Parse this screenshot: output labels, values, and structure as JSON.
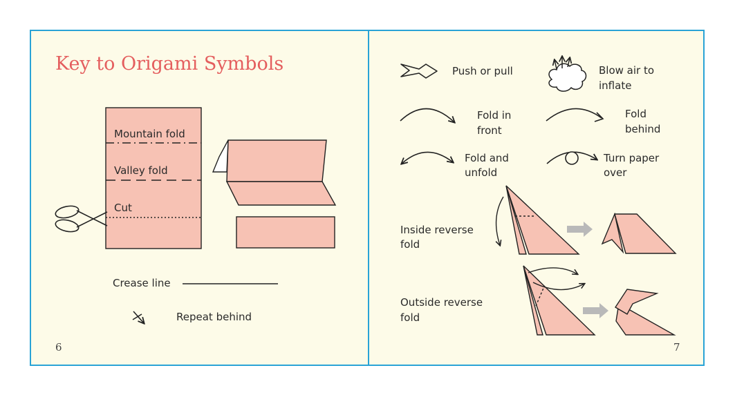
{
  "left_page": {
    "title": "Key to Origami Symbols",
    "page_number": "6",
    "labels": {
      "mountain_fold": "Mountain fold",
      "valley_fold": "Valley fold",
      "cut": "Cut",
      "crease_line": "Crease line",
      "repeat_behind": "Repeat behind"
    }
  },
  "right_page": {
    "page_number": "7",
    "labels": {
      "push_or_pull": "Push or pull",
      "blow_air_1": "Blow air to",
      "blow_air_2": "inflate",
      "fold_in_front_1": "Fold in",
      "fold_in_front_2": "front",
      "fold_behind_1": "Fold",
      "fold_behind_2": "behind",
      "fold_unfold_1": "Fold and",
      "fold_unfold_2": "unfold",
      "turn_over_1": "Turn paper",
      "turn_over_2": "over",
      "inside_reverse_1": "Inside reverse",
      "inside_reverse_2": "fold",
      "outside_reverse_1": "Outside reverse",
      "outside_reverse_2": "fold"
    }
  },
  "colors": {
    "paper_pink": "#f7c2b4",
    "title_red": "#e45e5e",
    "border_blue": "#29a3d6",
    "page_bg": "#fdfbe8",
    "grey_arrow": "#b9b9b9"
  }
}
